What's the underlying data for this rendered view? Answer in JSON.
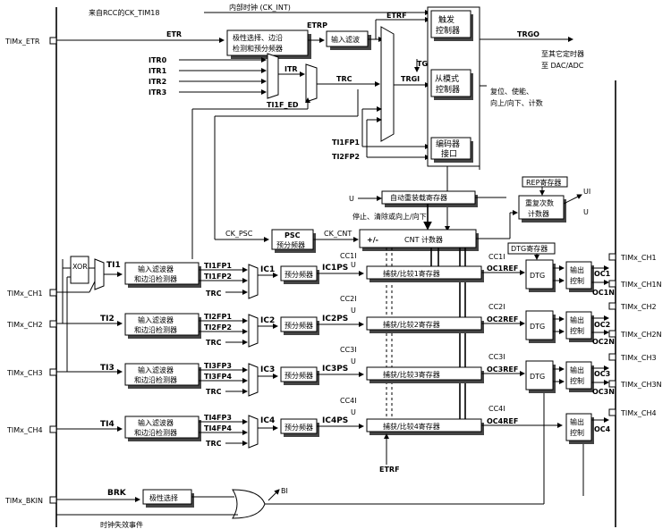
{
  "top": {
    "rcc": "来自RCC的CK_TIM18",
    "internal": "内部时钟 (CK_INT)"
  },
  "pins": {
    "etr": "TIMx_ETR",
    "ch1": "TIMx_CH1",
    "ch2": "TIMx_CH2",
    "ch3": "TIMx_CH3",
    "ch4": "TIMx_CH4",
    "ch1n": "TIMx_CH1N",
    "ch2n": "TIMx_CH2N",
    "ch3n": "TIMx_CH3N",
    "bkin": "TIMx_BKIN"
  },
  "signals": {
    "etr": "ETR",
    "etrp": "ETRP",
    "etrf": "ETRF",
    "itr0": "ITR0",
    "itr1": "ITR1",
    "itr2": "ITR2",
    "itr3": "ITR3",
    "itr": "ITR",
    "trc": "TRC",
    "ti1f_ed": "TI1F_ED",
    "trgi": "TRGI",
    "tgi": "TGI",
    "ti1fp1": "TI1FP1",
    "ti2fp2": "TI2FP2",
    "trgo": "TRGO",
    "ck_psc": "CK_PSC",
    "ck_cnt": "CK_CNT",
    "u": "U",
    "ui": "UI",
    "ti1": "TI1",
    "ti2": "TI2",
    "ti3": "TI3",
    "ti4": "TI4",
    "ti1fp2": "TI1FP2",
    "ti2fp1": "TI2FP1",
    "ti2fp2_ch": "TI2FP2",
    "ti3fp3": "TI3FP3",
    "ti3fp4": "TI3FP4",
    "ti4fp3": "TI4FP3",
    "ti4fp4": "TI4FP4",
    "ic1": "IC1",
    "ic2": "IC2",
    "ic3": "IC3",
    "ic4": "IC4",
    "ic1ps": "IC1PS",
    "ic2ps": "IC2PS",
    "ic3ps": "IC3PS",
    "ic4ps": "IC4PS",
    "cc1i": "CC1I",
    "cc2i": "CC2I",
    "cc3i": "CC3I",
    "cc4i": "CC4I",
    "oc1ref": "OC1REF",
    "oc2ref": "OC2REF",
    "oc3ref": "OC3REF",
    "oc4ref": "OC4REF",
    "oc1": "OC1",
    "oc1n": "OC1N",
    "oc2": "OC2",
    "oc2n": "OC2N",
    "oc3": "OC3",
    "oc3n": "OC3N",
    "oc4": "OC4",
    "brk": "BRK",
    "bi": "BI"
  },
  "blocks": {
    "polarity": {
      "l1": "极性选择、边沿",
      "l2": "检测和预分频器"
    },
    "input_filter": "输入滤波",
    "trigger": {
      "l1": "触发",
      "l2": "控制器"
    },
    "slave": {
      "l1": "从模式",
      "l2": "控制器"
    },
    "encoder": {
      "l1": "编码器",
      "l2": "接口"
    },
    "psc": {
      "l1": "PSC",
      "l2": "预分频器"
    },
    "arr": "自动重装载寄存器",
    "rep": "REP寄存器",
    "rep_counter": {
      "l1": "重复次数",
      "l2": "计数器"
    },
    "cnt": {
      "pm": "+/-",
      "label": "CNT 计数器"
    },
    "xor": "XOR",
    "filter": {
      "l1": "输入滤波器",
      "l2": "和边沿检测器"
    },
    "prescaler": "预分频器",
    "cc": {
      "r1": "捕获/比较1寄存器",
      "r2": "捕获/比较2寄存器",
      "r3": "捕获/比较3寄存器",
      "r4": "捕获/比较4寄存器"
    },
    "dtg_reg": "DTG寄存器",
    "dtg": "DTG",
    "outctl": {
      "l1": "输出",
      "l2": "控制"
    },
    "polarity_select": "极性选择"
  },
  "text": {
    "to_other_timers": "至其它定时器",
    "to_dac": "至 DAC/ADC",
    "reset_l1": "复位、使能、",
    "reset_l2": "向上/向下、计数",
    "stop_clear": "停止、清除或向上/向下",
    "clock_fail": "时钟失效事件"
  }
}
